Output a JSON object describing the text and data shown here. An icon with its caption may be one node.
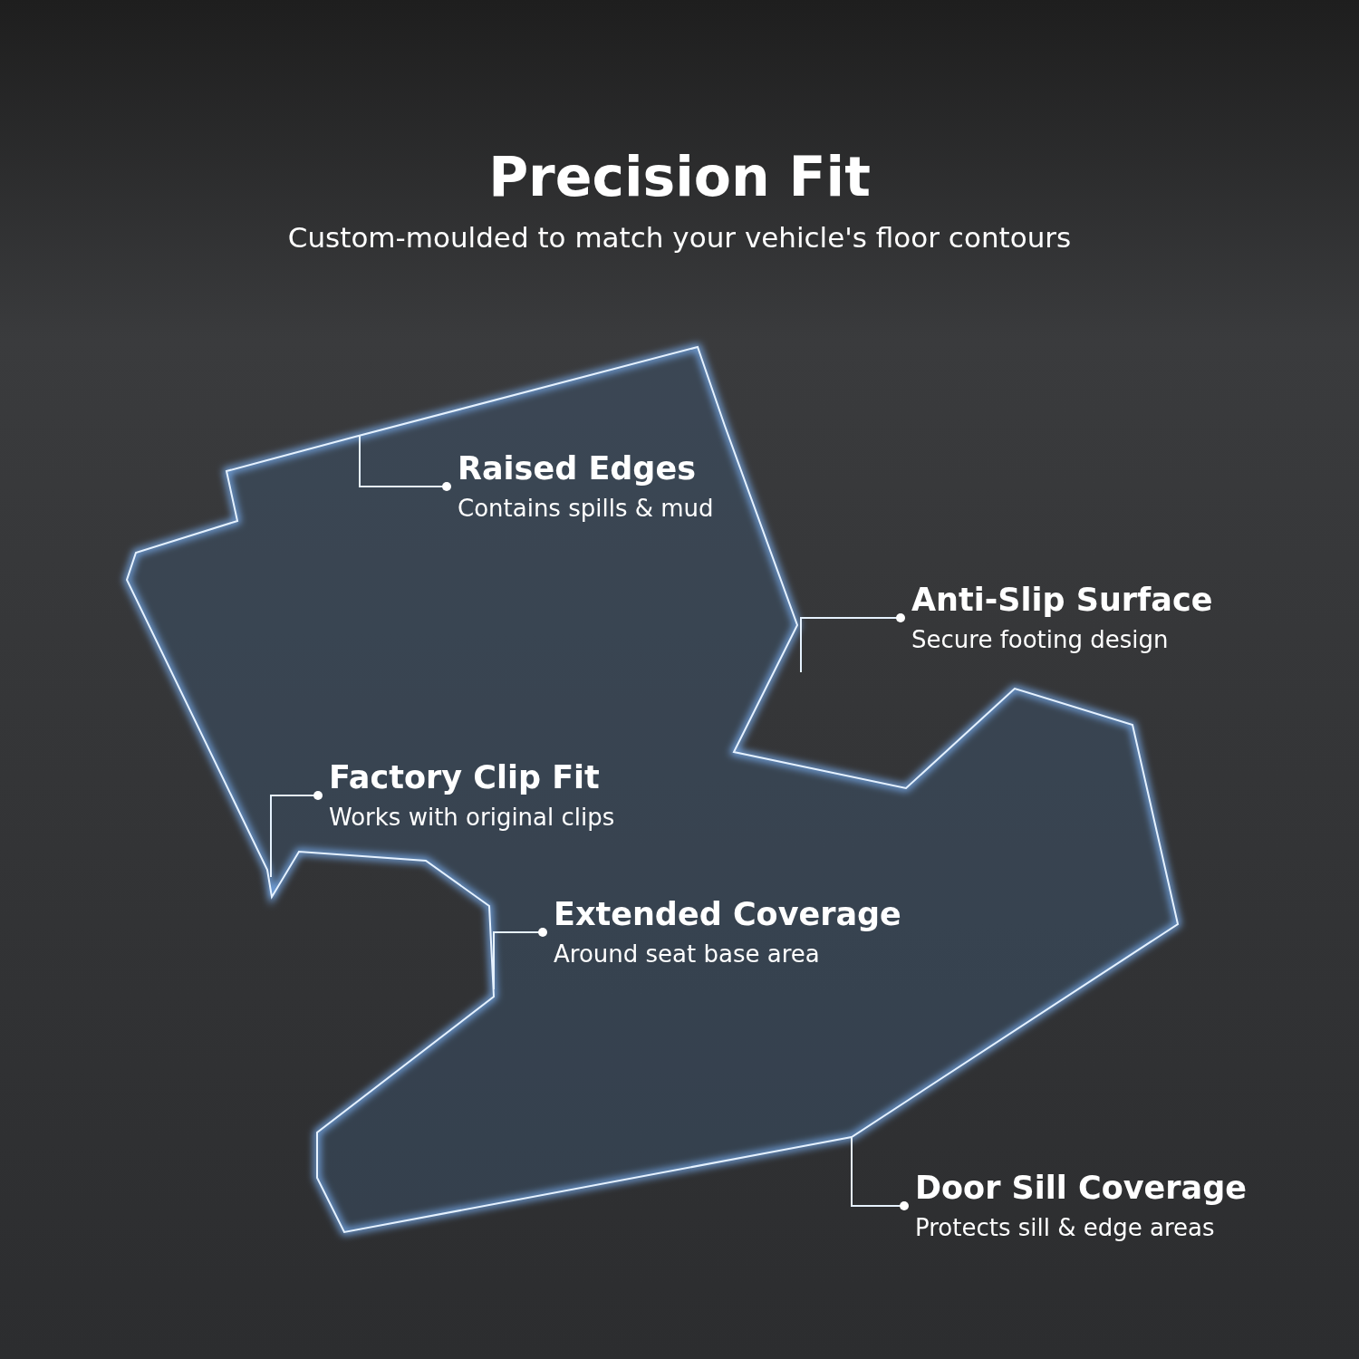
{
  "diagram": {
    "title": "Precision Fit",
    "caption": "Custom-moulded to match your vehicle's floor contours",
    "nodes": [
      {
        "text": [
          "Raised Edges",
          "Contains spills & mud"
        ]
      },
      {
        "text": [
          "Anti-Slip Surface",
          "Secure footing design"
        ]
      },
      {
        "text": [
          "Factory Clip Fit",
          "Works with original clips"
        ]
      },
      {
        "text": [
          "Extended Coverage",
          "Around seat base area"
        ]
      },
      {
        "text": [
          "Door Sill Coverage",
          "Protects sill & edge areas"
        ]
      }
    ],
    "edges": [
      {
        "from": 0,
        "to": null,
        "arrow": "other"
      },
      {
        "from": 1,
        "to": null,
        "arrow": "other"
      },
      {
        "from": 2,
        "to": null,
        "arrow": "other"
      },
      {
        "from": 3,
        "to": null,
        "arrow": "other"
      },
      {
        "from": 4,
        "to": null,
        "arrow": "other"
      }
    ]
  }
}
